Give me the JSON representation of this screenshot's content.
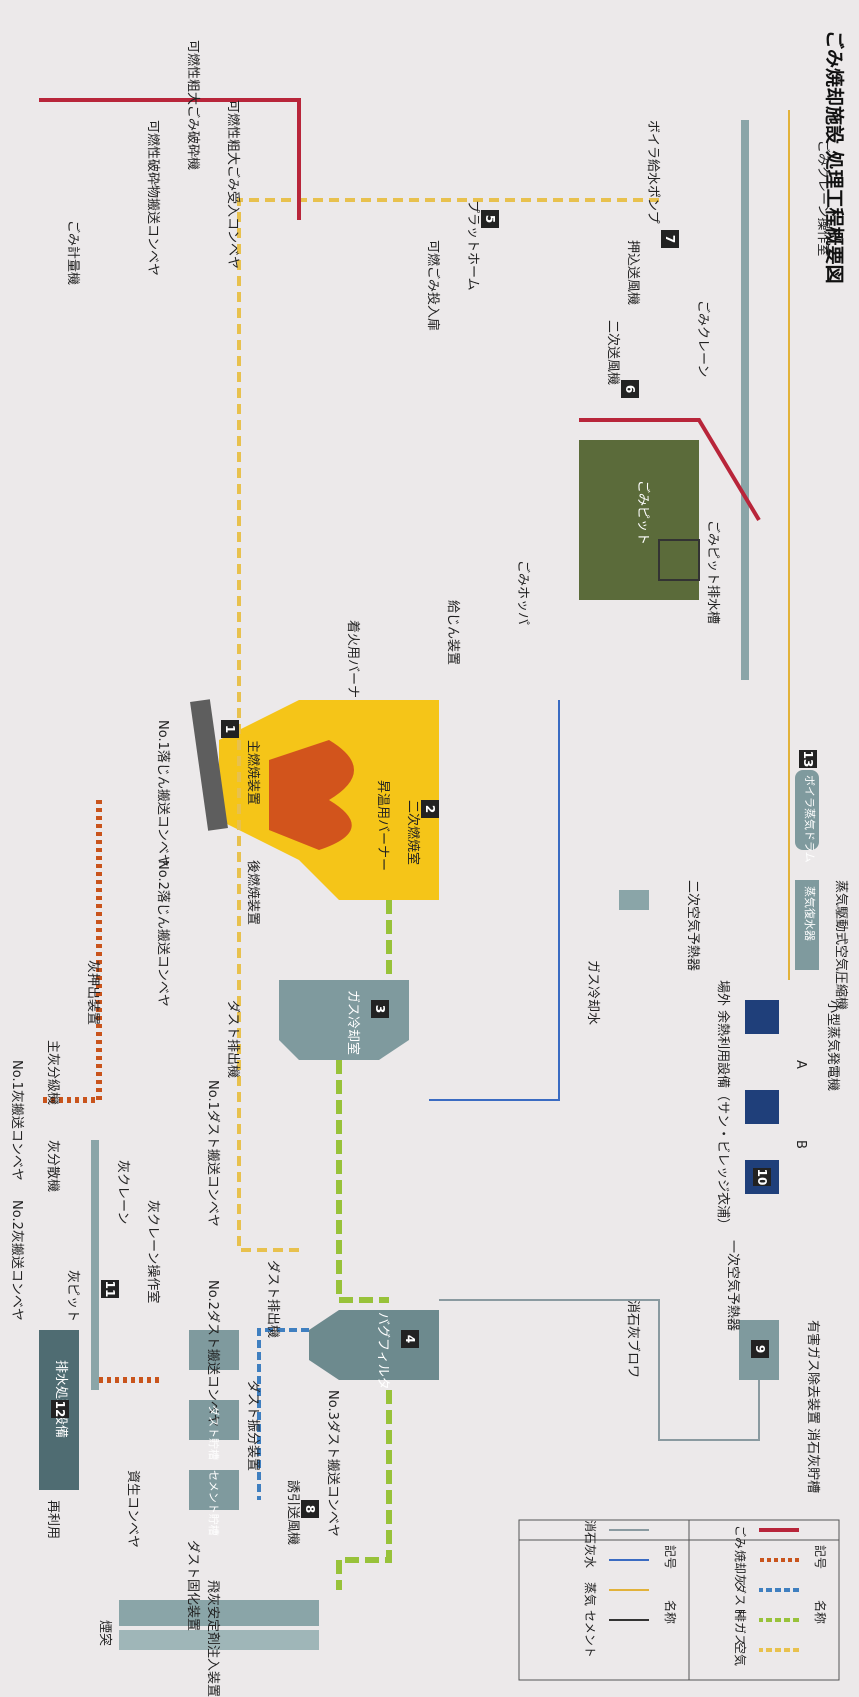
{
  "title": "ごみ焼却施設 処理工程概要図",
  "numbers": [
    "1",
    "2",
    "3",
    "4",
    "5",
    "6",
    "7",
    "8",
    "9",
    "10",
    "11",
    "12",
    "13"
  ],
  "labels": {
    "stack": "煙突",
    "induced_fan": "誘引送風機",
    "bag_filter": "バグフィルタ",
    "gas_cooling": "ガス冷却室",
    "secondary_combustion": "二次燃焼室",
    "main_combustion": "主燃焼装置",
    "post_combustion": "後燃焼装置",
    "startup_burner": "昇温用バーナー",
    "ignition_burner": "着火用バーナ",
    "hopper": "ごみホッパ",
    "feeder": "給じん装置",
    "crane": "ごみクレーン",
    "crane_room": "ごみクレーン操作室",
    "pit": "ごみピット",
    "pit_drain": "ごみピット排水槽",
    "platform": "プラットホーム",
    "door": "可燃ごみ投入扉",
    "weigher": "ごみ計量機",
    "shredder": "可燃性粗大ごみ破砕機",
    "large_conveyor": "可燃性粗大ごみ受入コンベヤ",
    "shred_conveyor": "可燃性破砕物搬送コンベヤ",
    "forced_fan": "押込送風機",
    "secondary_fan": "二次送風機",
    "boiler_pump": "ボイラ給水ポンプ",
    "boiler_drum": "ボイラ蒸気ドラム",
    "condenser": "蒸気復水器",
    "air_condenser": "蒸気駆動式空気圧縮機",
    "heat_use": "場外 余熱利用設備（サン・ビレッジ衣浦）",
    "small_gen": "小型蒸気発電機",
    "gen_a": "A",
    "gen_b": "B",
    "primary_air_heater": "一次空気予熱器",
    "secondary_air_heater": "二次空気予熱器",
    "gas_cooling_water": "ガス冷却水",
    "dust_out1": "ダスト排出機",
    "dust_out2": "ダスト排出機",
    "no1_dust_conv": "No.1ダスト搬送コンベヤ",
    "no2_dust_conv": "No.2ダスト搬送コンベヤ",
    "no3_dust_conv": "No.3ダスト搬送コンベヤ",
    "no1_drop_conv": "No.1落じん搬送コンベヤ",
    "no2_drop_conv": "No.2落じん搬送コンベヤ",
    "slaked_blower": "消石灰ブロワ",
    "slaked_silo": "有害ガス除去装置 消石灰貯槽",
    "dust_transfer": "ダスト振分装置",
    "dust_silo": "ダスト貯槽",
    "cement_silo": "セメント貯槽",
    "dust_solid": "ダスト固化装置",
    "flyash_agent": "飛灰安定剤注入装置",
    "ash_cooler": "灰押出装置",
    "main_ash_sorter": "主灰分級機",
    "ash_sorter": "灰分散機",
    "no1_ash_conv": "No.1灰搬送コンベヤ",
    "no2_ash_conv": "No.2灰搬送コンベヤ",
    "ash_crane": "灰クレーン",
    "ash_crane_room": "灰クレーン操作室",
    "ash_pit": "灰ピット",
    "wastewater": "排水処理設備",
    "reuse": "再利用",
    "recycle_conv": "資生コンベヤ"
  },
  "legend": {
    "col_symbol": "記号",
    "col_name": "名称",
    "left": [
      "ごみ",
      "焼却灰",
      "ダスト",
      "排ガス",
      "空気"
    ],
    "right": [
      "消石灰",
      "水",
      "蒸気",
      "セメント"
    ]
  },
  "colors": {
    "gomi": "#b8253a",
    "ash": "#c9541c",
    "dust": "#3f7fc0",
    "gas": "#98c23a",
    "air": "#e8c14e",
    "slaked_lime": "#8a9aa0",
    "water": "#3a6bc2",
    "steam": "#e2b23a",
    "cement": "#333333",
    "equipment": "#8aa5a8",
    "equipment_dark": "#4f6c72",
    "furnace": "#f5c518"
  }
}
